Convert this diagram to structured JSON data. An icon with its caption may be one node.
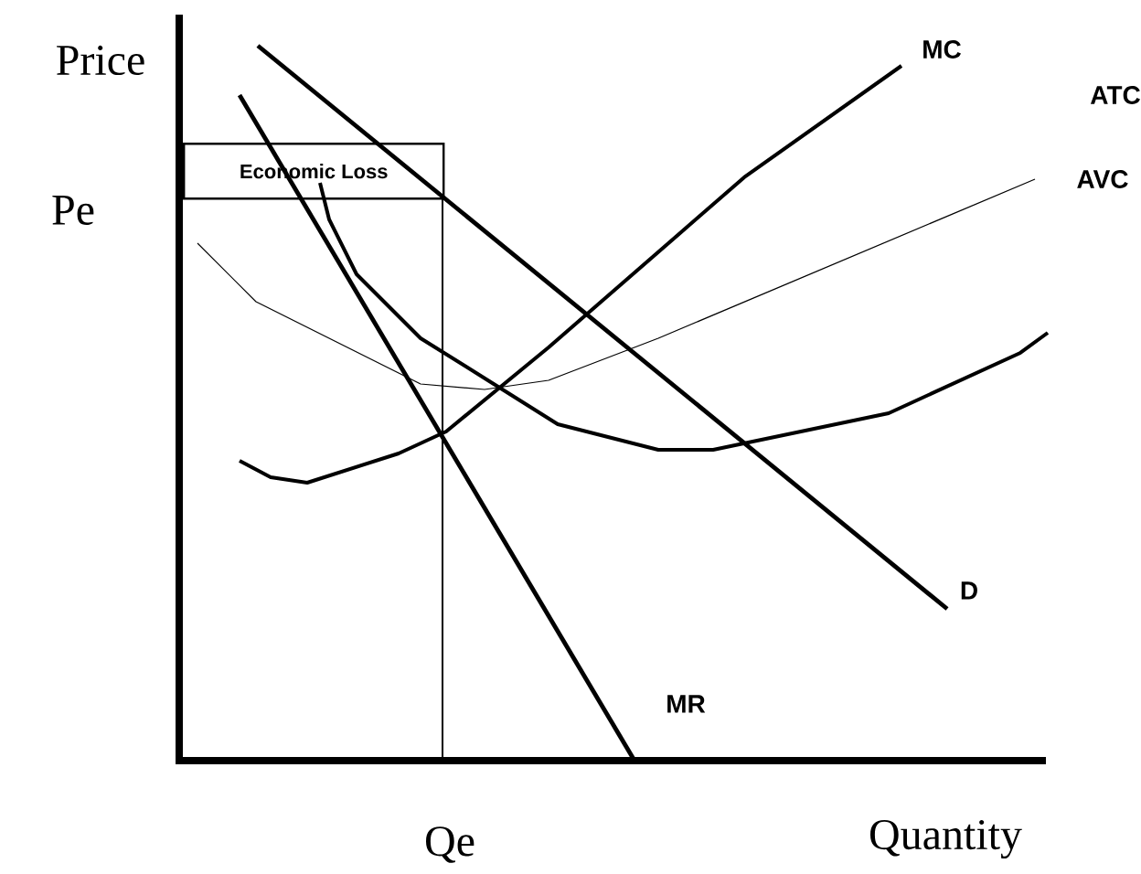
{
  "diagram": {
    "nodes": [
      {
        "text": [
          "Economic Loss"
        ]
      }
    ],
    "labels": [
      "Price",
      "MC",
      "ATC",
      "AVC",
      "Pe",
      "D",
      "MR",
      "Qe",
      "Quantity"
    ]
  }
}
